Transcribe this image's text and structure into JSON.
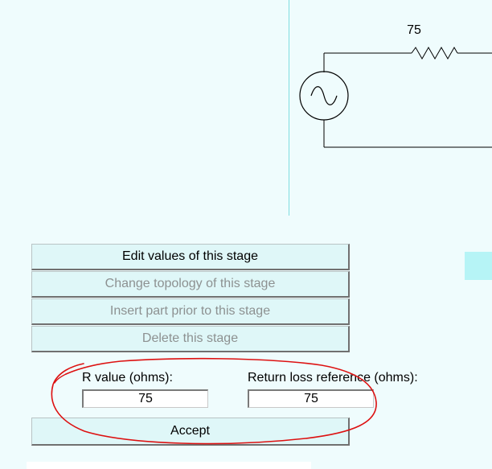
{
  "schematic": {
    "resistor_value": "75"
  },
  "stage_menu": {
    "edit": "Edit values of this stage",
    "change_topology": "Change topology of this stage",
    "insert_part": "Insert part prior to this stage",
    "delete": "Delete this stage"
  },
  "form": {
    "r_value_label": "R value (ohms):",
    "r_value": "75",
    "return_loss_label": "Return loss reference (ohms):",
    "return_loss_value": "75",
    "accept": "Accept"
  },
  "colors": {
    "background": "#effcfd",
    "button": "#dff7f8",
    "disabled_text": "#8d9191",
    "annotation": "#dd1111"
  }
}
